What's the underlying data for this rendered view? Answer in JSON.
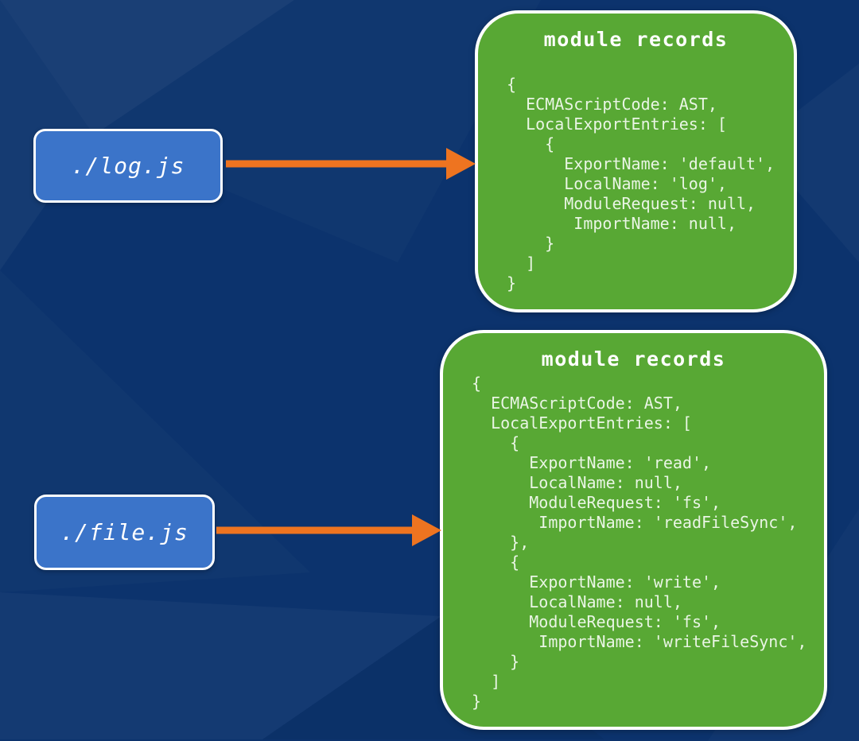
{
  "colors": {
    "background": "#0c336d",
    "file_box_fill": "#3b74c9",
    "file_box_border": "#ffffff",
    "record_box_fill": "#58a834",
    "record_box_border": "#ffffff",
    "arrow": "#ee7420",
    "title_text": "#ffffff",
    "code_text": "#e9f5e4"
  },
  "nodes": {
    "log_file": {
      "label": "./log.js"
    },
    "file_file": {
      "label": "./file.js"
    },
    "log_record": {
      "title": "module records",
      "code": "{\n  ECMAScriptCode: AST,\n  LocalExportEntries: [\n    {\n      ExportName: 'default',\n      LocalName: 'log',\n      ModuleRequest: null,\n       ImportName: null,\n    }\n  ]\n}"
    },
    "file_record": {
      "title": "module records",
      "code": "{\n  ECMAScriptCode: AST,\n  LocalExportEntries: [\n    {\n      ExportName: 'read',\n      LocalName: null,\n      ModuleRequest: 'fs',\n       ImportName: 'readFileSync',\n    },\n    {\n      ExportName: 'write',\n      LocalName: null,\n      ModuleRequest: 'fs',\n       ImportName: 'writeFileSync',\n    }\n  ]\n}"
    }
  },
  "edges": {
    "log_to_record": "log.js parsed into module record",
    "file_to_record": "file.js parsed into module record"
  }
}
